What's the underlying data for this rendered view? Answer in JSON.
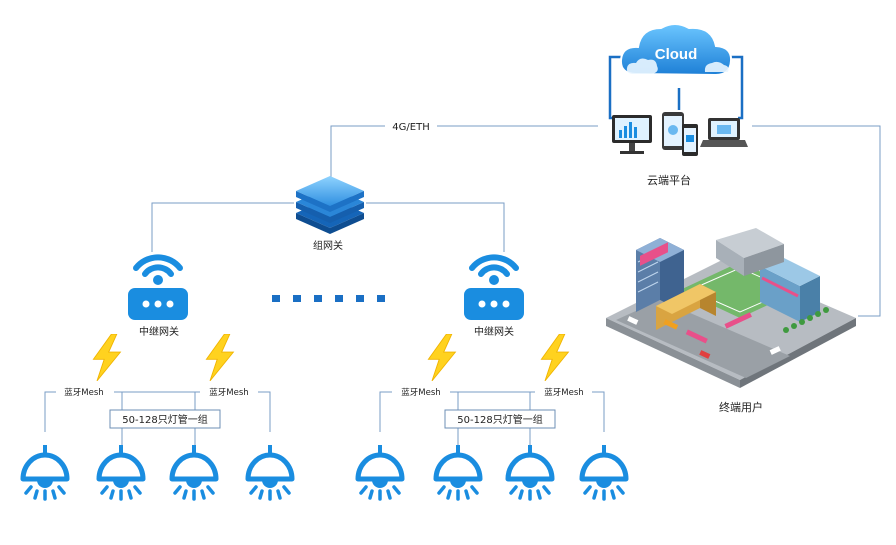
{
  "cloud": {
    "label": "Cloud"
  },
  "cloud_platform": {
    "label": "云端平台"
  },
  "link": {
    "label": "4G/ETH"
  },
  "group_gateway": {
    "label": "组网关"
  },
  "relay_left": {
    "label": "中继网关"
  },
  "relay_right": {
    "label": "中继网关"
  },
  "terminal_user": {
    "label": "终端用户"
  },
  "mesh_labels": [
    "蓝牙Mesh",
    "蓝牙Mesh",
    "蓝牙Mesh",
    "蓝牙Mesh"
  ],
  "group_boxes": [
    "50-128只灯管一组",
    "50-128只灯管一组"
  ],
  "colors": {
    "line": "#7a9cc6",
    "blue": "#1a8de0",
    "bolt": "#ffd21f"
  }
}
